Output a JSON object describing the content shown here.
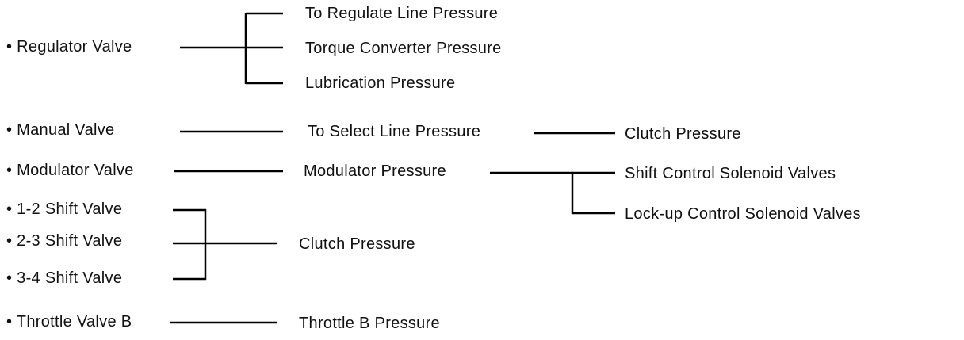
{
  "diagram": {
    "regulator": {
      "source": "• Regulator Valve",
      "outputs": [
        "To Regulate Line Pressure",
        "Torque Converter Pressure",
        "Lubrication Pressure"
      ]
    },
    "manual": {
      "source": "• Manual Valve",
      "output": "To Select Line Pressure",
      "result": "Clutch Pressure"
    },
    "modulator": {
      "source": "• Modulator Valve",
      "output": "Modulator Pressure",
      "targets": [
        "Shift Control Solenoid Valves",
        "Lock-up Control Solenoid Valves"
      ]
    },
    "shift": {
      "sources": [
        "• 1-2 Shift Valve",
        "• 2-3 Shift Valve",
        "• 3-4 Shift Valve"
      ],
      "output": "Clutch Pressure"
    },
    "throttle": {
      "source": "• Throttle Valve B",
      "output": "Throttle B Pressure"
    },
    "colors": {
      "line": "#000000",
      "text": "#111111",
      "background": "#ffffff"
    }
  }
}
